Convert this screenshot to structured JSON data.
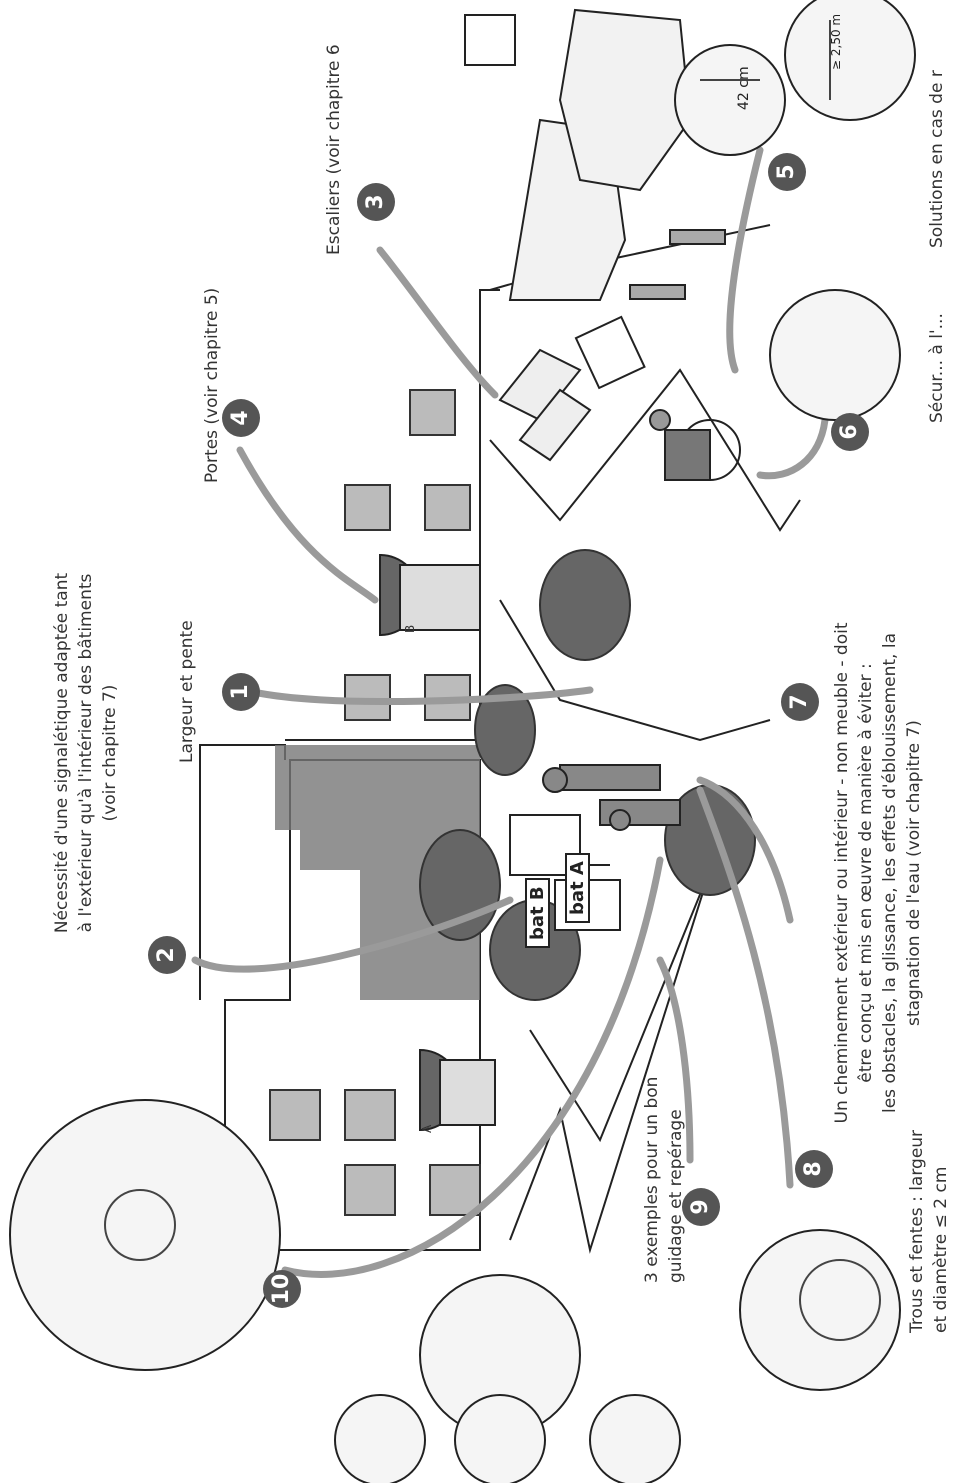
{
  "callouts": {
    "c1": {
      "number": "1",
      "text": "Largeur et pente"
    },
    "c2": {
      "number": "2",
      "lines": [
        "Nécessité d'une signalétique adaptée tant",
        "à l'extérieur qu'à l'intérieur des bâtiments",
        "(voir chapitre 7)"
      ]
    },
    "c3": {
      "number": "3",
      "text": "Escaliers (voir chapitre 6"
    },
    "c4": {
      "number": "4",
      "text": "Portes (voir chapitre 5)"
    },
    "c5": {
      "number": "5",
      "text": "Solutions en cas de r"
    },
    "c6": {
      "number": "6",
      "text": "Sécur... à l'..."
    },
    "c7": {
      "number": "7",
      "lines": [
        "Un cheminement extérieur ou intérieur - non meuble - doit",
        "être conçu et mis en œuvre de manière à éviter :",
        "les obstacles, la glissance, les effets d'éblouissement, la",
        "stagnation de l'eau (voir chapitre 7)"
      ]
    },
    "c8": {
      "number": "8",
      "lines": [
        "Trous et fentes : largeur",
        "et diamètre ≤ 2 cm"
      ]
    },
    "c9": {
      "number": "9",
      "lines": [
        "3 exemples pour un bon",
        "guidage et repérage"
      ]
    },
    "c10": {
      "number": "10"
    }
  },
  "signs": {
    "bat_b": "bat B",
    "bat_a": "bat A",
    "door_a": "A",
    "door_b": "B"
  },
  "insets": {
    "height_label": "≥ 2,50 m",
    "depth_label": "42 cm"
  },
  "colors": {
    "ink": "#333333",
    "callout": "#555555",
    "arrow": "#9a9a9a",
    "wash": "#8a8a8a"
  }
}
